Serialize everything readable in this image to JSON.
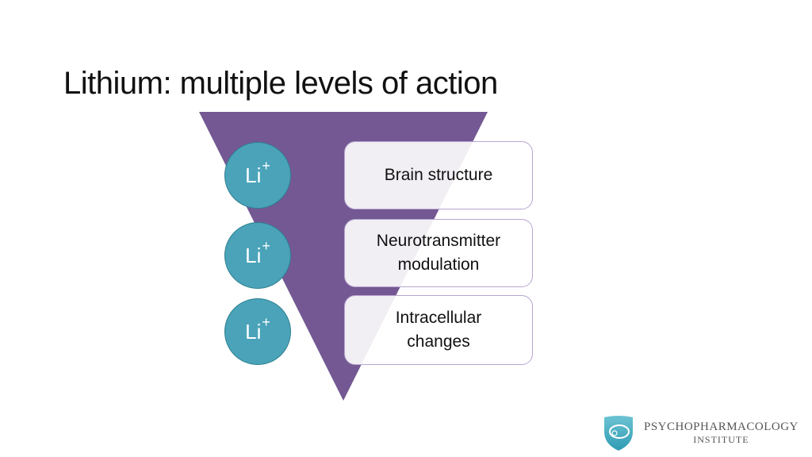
{
  "slide": {
    "title": "Lithium: multiple levels of action"
  },
  "diagram": {
    "funnel_color": "#745893",
    "ion_color": "#4aa3b9",
    "ions": [
      {
        "symbol": "Li",
        "charge": "+"
      },
      {
        "symbol": "Li",
        "charge": "+"
      },
      {
        "symbol": "Li",
        "charge": "+"
      }
    ],
    "levels": [
      {
        "label": "Brain structure"
      },
      {
        "label": "Neurotransmitter\nmodulation"
      },
      {
        "label": "Intracellular\nchanges"
      }
    ]
  },
  "logo": {
    "line1": "PSYCHOPHARMACOLOGY",
    "line2": "INSTITUTE"
  }
}
